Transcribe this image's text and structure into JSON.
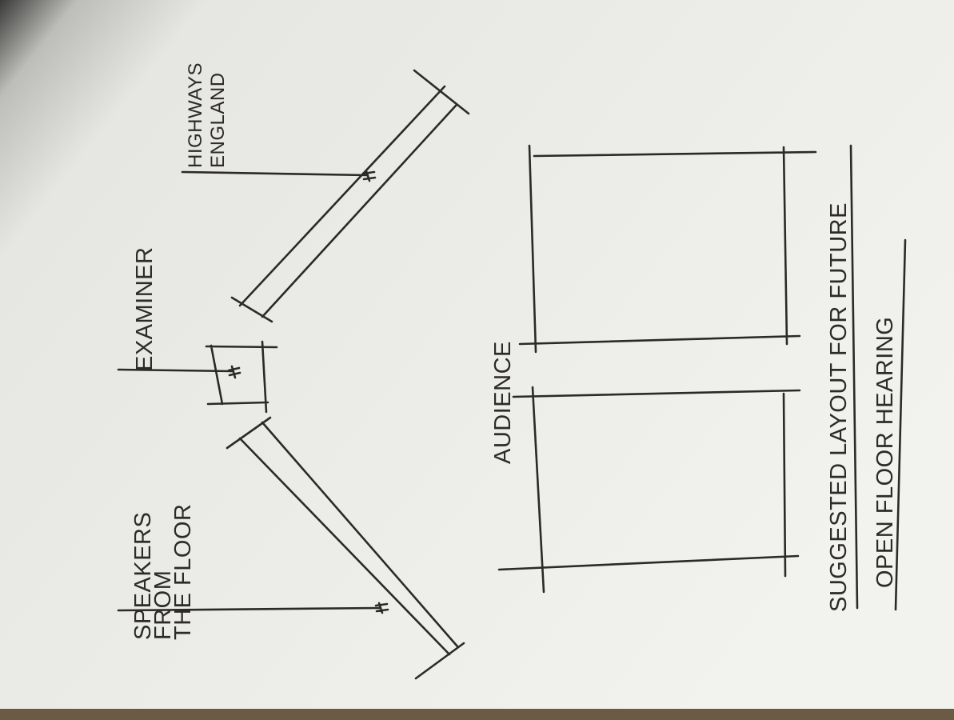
{
  "labels": {
    "speakers": [
      "SPEAKERS",
      "FROM",
      "THE FLOOR"
    ],
    "examiner": "EXAMINER",
    "highways": [
      "HIGHWAYS",
      "ENGLAND"
    ],
    "audience": "AUDIENCE"
  },
  "caption": {
    "line1": "SUGGESTED LAYOUT FOR FUTURE",
    "line2": "OPEN FLOOR HEARING"
  },
  "colors": {
    "paper": "#f1f1ed",
    "ink": "#2b2a27"
  }
}
